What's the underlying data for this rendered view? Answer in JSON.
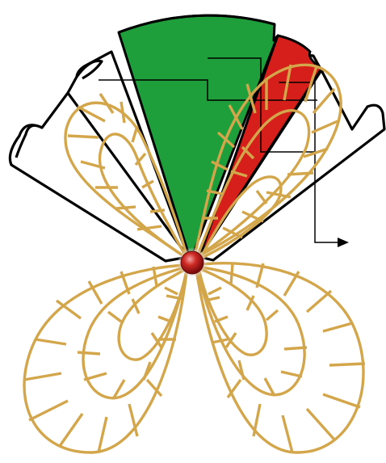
{
  "figure": {
    "text_labels": [],
    "colors": {
      "background": "#ffffff",
      "green_wedge": "#1f9f3b",
      "red_wedge": "#d61f1a",
      "lobe_outline": "#d3a64b",
      "black_outline": "#000000",
      "center_dot": "#c41e1e"
    },
    "elements": {
      "upper_left_black_frame": "black-outline-frame",
      "upper_right_black_frame": "black-outline-frame",
      "green_wedge": "green-sector",
      "red_wedge": "red-sector",
      "lobes": [
        "lobe-upper-left",
        "lobe-upper-right",
        "lobe-lower-left",
        "lobe-lower-right"
      ],
      "center": "center-sphere",
      "arrow": "right-pointing-arrow"
    }
  }
}
